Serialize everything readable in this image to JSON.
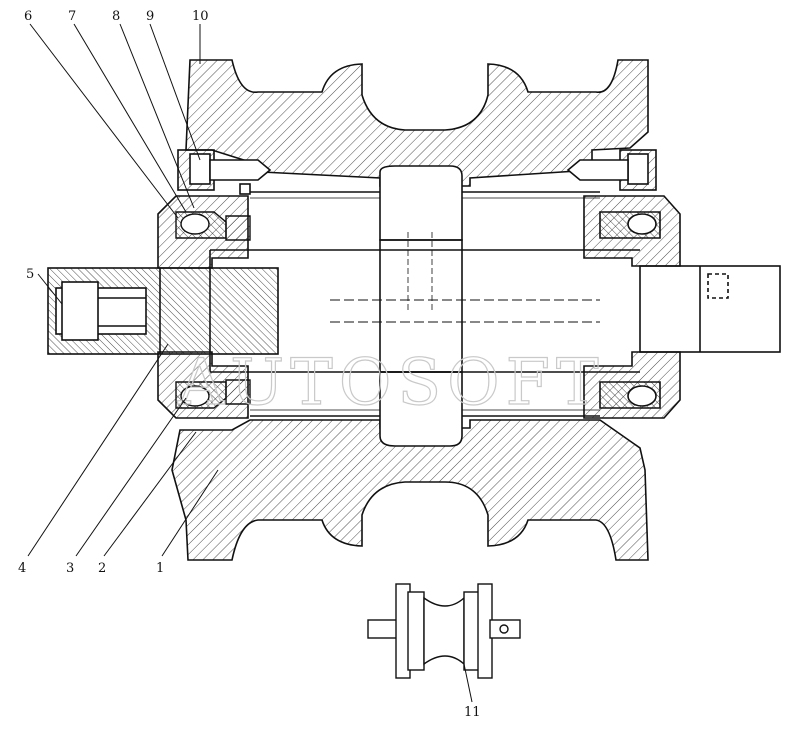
{
  "callouts": [
    {
      "id": "1",
      "label": "1"
    },
    {
      "id": "2",
      "label": "2"
    },
    {
      "id": "3",
      "label": "3"
    },
    {
      "id": "4",
      "label": "4"
    },
    {
      "id": "5",
      "label": "5"
    },
    {
      "id": "6",
      "label": "6"
    },
    {
      "id": "7",
      "label": "7"
    },
    {
      "id": "8",
      "label": "8"
    },
    {
      "id": "9",
      "label": "9"
    },
    {
      "id": "10",
      "label": "10"
    },
    {
      "id": "11",
      "label": "11"
    }
  ],
  "watermark": "AUTOSOFT"
}
